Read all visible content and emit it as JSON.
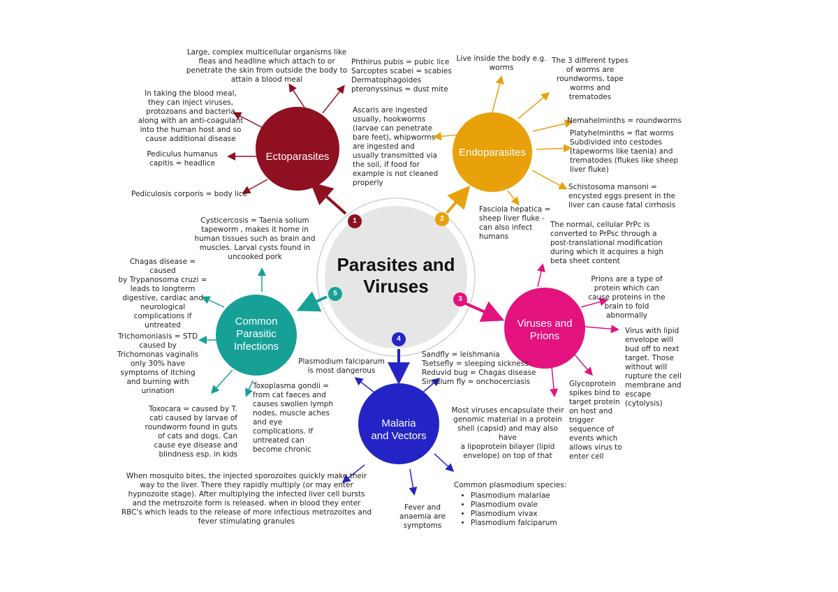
{
  "center": {
    "title": "Parasites and\nViruses"
  },
  "colors": {
    "ectoparasites": "#8f1020",
    "endoparasites": "#e8a10a",
    "viruses": "#e3127e",
    "malaria": "#2424c6",
    "common": "#17a096",
    "center": "#e6e6e6"
  },
  "nodes": {
    "ectoparasites": {
      "label": "Ectoparasites",
      "number": "1"
    },
    "endoparasites": {
      "label": "Endoparasites",
      "number": "2"
    },
    "viruses": {
      "label": "Viruses and\nPrions",
      "number": "3"
    },
    "malaria": {
      "label": "Malaria\nand Vectors",
      "number": "4"
    },
    "common": {
      "label": "Common\nParasitic\nInfections",
      "number": "5"
    }
  },
  "ecto_notes": {
    "large": "Large, complex multicellular organisms like\nfleas and headline which attach to or\npenetrate the skin from outside the body to\nattain a blood meal",
    "blood_meal": "In taking the  blood meal,\nthey can inject viruses,\nprotozoans and bacteria\nalong with an anti-coagulant\ninto the human host and so\ncause additional disease",
    "pediculus": "Pediculus humanus\ncapitis = headlice",
    "pediculosis": "Pediculosis corporis = body lice",
    "phthirus": "Phthirus pubis = pubic lice\nSarcoptes scabei = scabies\nDermatophagoides\npteronyssinus = dust mite"
  },
  "endo_notes": {
    "live_inside": "Live inside the body e.g.\nworms",
    "three_types": "The 3 different types\nof worms are\nroundworms, tape\nworms and\ntrematodes",
    "nemahelminths": "Nemahelminths = roundworms",
    "platyhelminths": "Platyhelminths = flat worms\nSubdivided into cestodes\n(tapeworms like taenia) and\ntrematodes (flukes like sheep\nliver fluke)",
    "schistosoma": "Schistosoma mansoni =\nencysted eggs present in the\nliver can cause fatal cirrhosis",
    "fasciola": "Fasciola hepatica =\nsheep liver fluke -\ncan also infect\nhumans",
    "ascaris": "Ascaris are ingested\nusually, hookworms\n(larvae can penetrate\nbare feet), whipworms\nare ingested and\nusually transmitted via\nthe soil, if food for\nexample is not cleaned\nproperly"
  },
  "virus_notes": {
    "normal_prp": "The normal, cellular PrPc is\nconverted to PrPsc through a\npost-translational modification\nduring which it acquires a high\nbeta sheet content",
    "prions": "Prions are a type of\nprotein which can\ncause proteins in the\nbrain to fold\nabnormally",
    "lipid": "Virus with lipid\nenvelope will\nbud off to next\ntarget. Those\nwithout will\nrupture the cell\nmembrane and\nescape\n(cytolysis)",
    "glycoprotein": "Glycoprotein\nspikes bind to\ntarget protein\non host and\ntrigger\nsequence of\nevents which\nallows virus to\nenter cell",
    "capsid": "Most viruses encapsulate their\ngenomic material in a protein\nshell (capsid) and may also have\na lipoprotein bilayer (lipid\nenvelope) on top of that"
  },
  "malaria_notes": {
    "falciparum": "Plasmodium falciparum\nis most dangerous",
    "vectors": "Sandfly = leishmania\nTsetsefly = sleeping sickness\nReduvid bug = Chagas disease\nSimulum fly = onchocerciasis",
    "mosquito": "When mosquito bites, the injected sporozoites quickly make their\nway to the liver. There they rapidly multiply (or may enter\nhypnozoite stage). After multiplying the infected liver cell bursts\nand the metrozoite form is released. when in blood they enter\nRBC's which leads to the release of more infectious metrozoites and\nfever stimulating granules",
    "fever": "Fever and\nanaemia are\nsymptoms",
    "species_title": "Common plasmodium species:",
    "species": [
      "Plasmodium malariae",
      "Plasmodium ovale",
      "Plasmodium vivax",
      "Plasmodium falciparum"
    ]
  },
  "common_notes": {
    "cysticercosis": "Cysticercosis =  Taenia solium\ntapeworm , makes it home in\nhuman tissues such as brain and\nmuscles. Larval cysts found in\nuncooked pork",
    "chagas": "Chagas disease = caused\nby Trypanosoma cruzi =\nleads to longterm\ndigestive, cardiac and\nneurological\ncomplications if\nuntreated",
    "trichomoniasis": "Trichomoniasis = STD\ncaused by\nTrichomonas vaginalis\nonly 30% have\nsymptoms of itching\nand burning with\nurination",
    "toxocara": "Toxocara = caused by T.\ncati caused by larvae of\nroundworm found in guts\nof cats and dogs. Can\ncause eye disease and\nblindness esp. in kids",
    "toxoplasma": "Toxoplasma gondii =\nfrom cat faeces and\ncauses swollen lymph\nnodes, muscle aches\nand eye\ncomplications. If\nuntreated can\nbecome chronic"
  }
}
